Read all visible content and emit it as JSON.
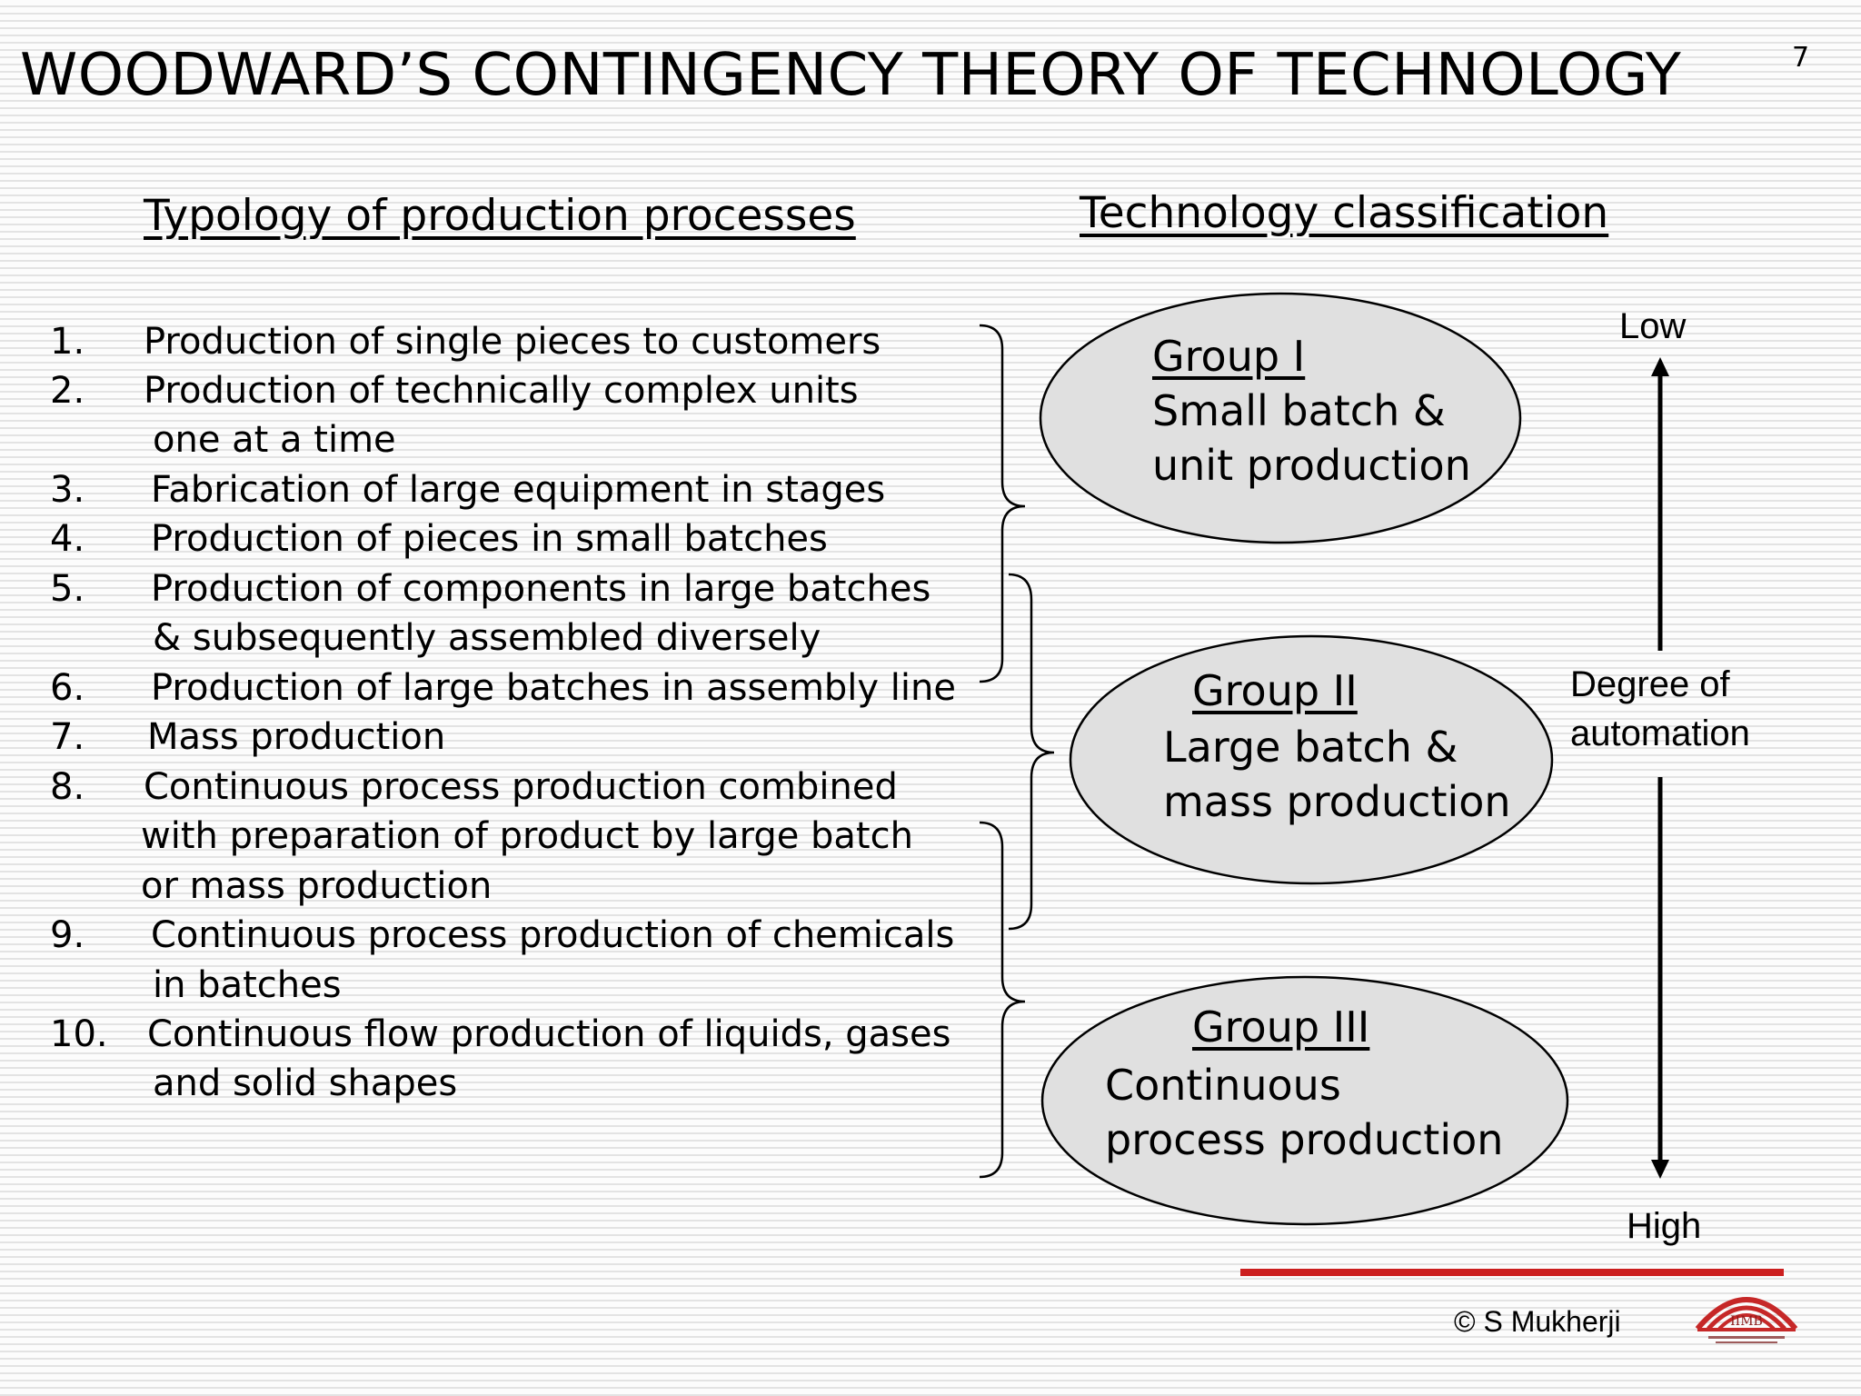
{
  "slide": {
    "title": "WOODWARD’S CONTINGENCY THEORY OF TECHNOLOGY",
    "number": "7"
  },
  "headings": {
    "left": "Typology of production processes",
    "right": "Technology classification"
  },
  "items": [
    {
      "num": "1.",
      "lines": [
        "Production of single pieces to customers"
      ]
    },
    {
      "num": "2.",
      "lines": [
        "Production of technically complex units",
        "one at a time"
      ]
    },
    {
      "num": "3.",
      "lines": [
        "Fabrication of large equipment in stages"
      ]
    },
    {
      "num": "4.",
      "lines": [
        "Production of pieces in small batches"
      ]
    },
    {
      "num": "5.",
      "lines": [
        "Production of components in large batches",
        "& subsequently assembled diversely"
      ]
    },
    {
      "num": "6.",
      "lines": [
        "Production of large batches in assembly line"
      ]
    },
    {
      "num": "7.",
      "lines": [
        "Mass production"
      ]
    },
    {
      "num": "8.",
      "lines": [
        "Continuous process production combined",
        "with preparation of  product by large batch",
        "or mass production"
      ]
    },
    {
      "num": "9.",
      "lines": [
        "Continuous process production of chemicals",
        "in batches"
      ]
    },
    {
      "num": "10.",
      "lines": [
        "Continuous flow production of liquids, gases",
        "and solid shapes"
      ]
    }
  ],
  "groups": [
    {
      "title": "Group I",
      "lines": [
        "Small batch &",
        "unit production"
      ]
    },
    {
      "title": "Group II",
      "lines": [
        "Large batch &",
        "mass production"
      ]
    },
    {
      "title": "Group III",
      "lines": [
        "Continuous",
        "process  production"
      ]
    }
  ],
  "axis": {
    "low": "Low",
    "high": "High",
    "label_lines": [
      "Degree of",
      "automation"
    ]
  },
  "footer": {
    "copyright": "©  S Mukherji",
    "logo_text": "IIMB",
    "accent_color": "#cc1f1f"
  },
  "colors": {
    "ellipse_fill": "#e0e0e0",
    "text": "#000000"
  }
}
